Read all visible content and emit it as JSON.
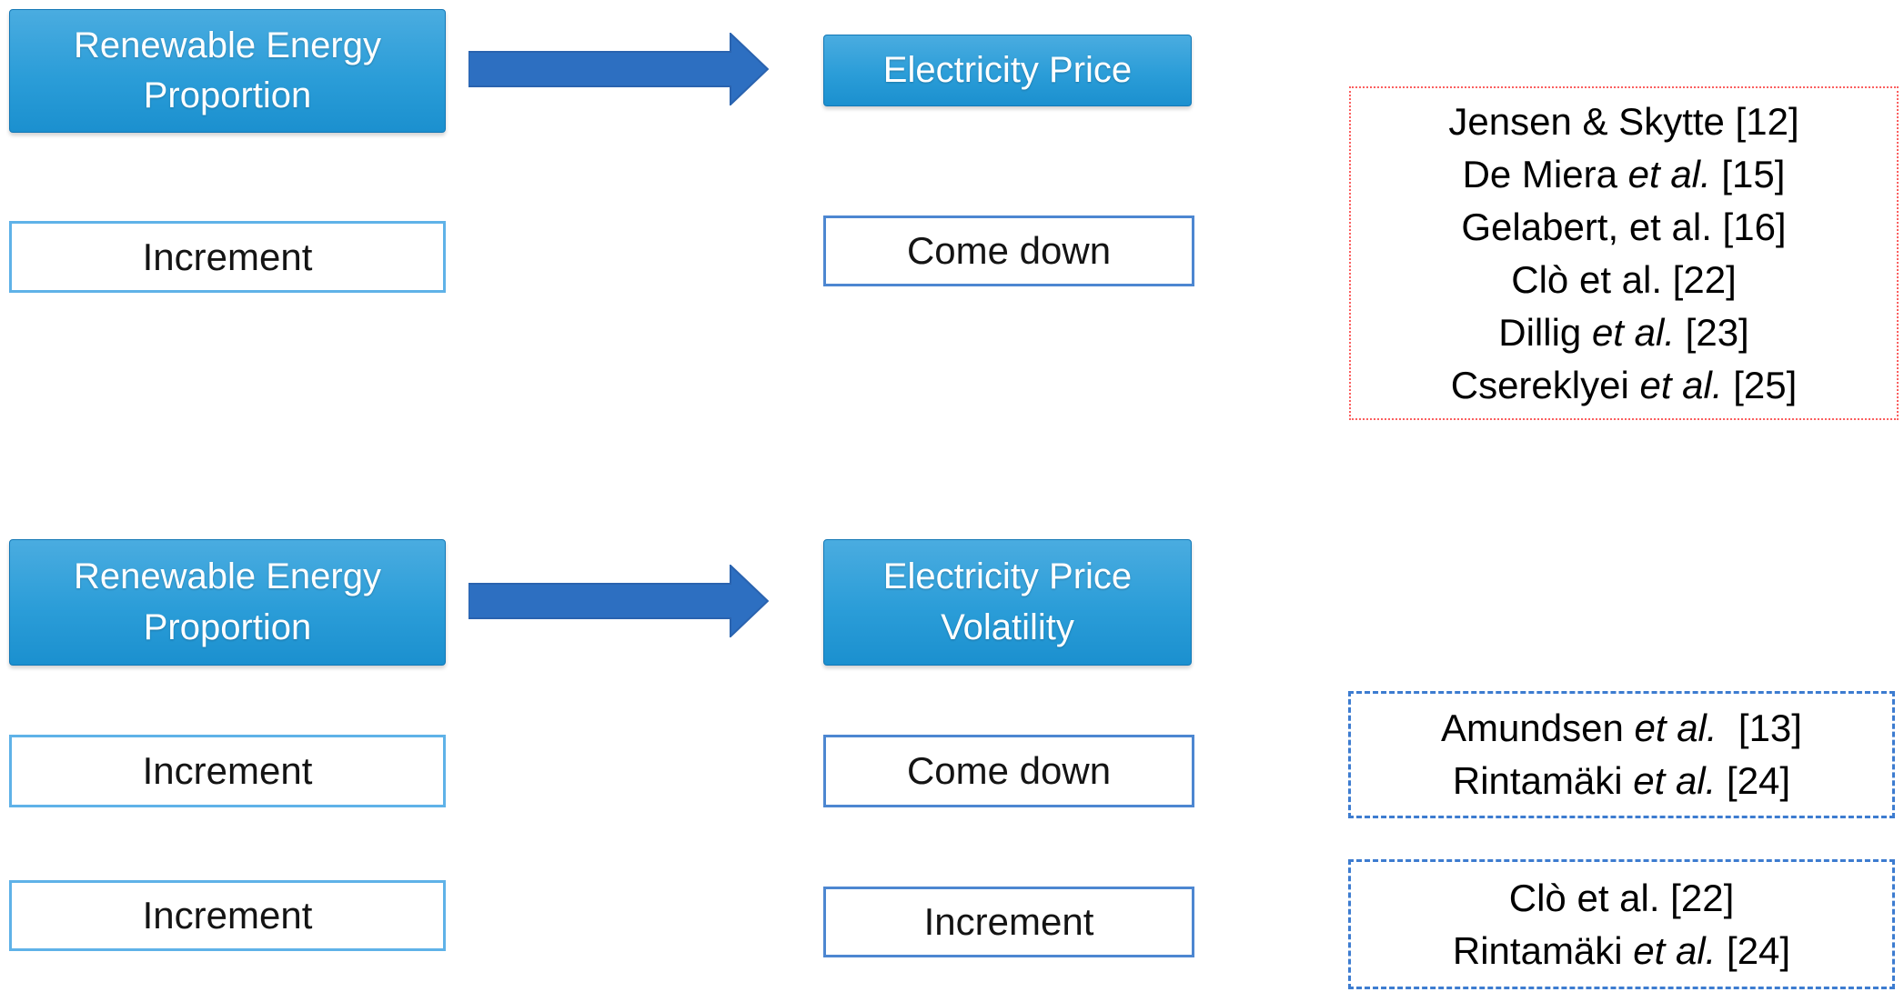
{
  "section_price": {
    "cause_label": "Renewable Energy Proportion",
    "effect_label": "Electricity Price",
    "cause_change": "Increment",
    "effect_change": "Come down",
    "refs_lines": [
      [
        {
          "t": "Jensen & Skytte [12]",
          "i": false
        }
      ],
      [
        {
          "t": "De Miera ",
          "i": false
        },
        {
          "t": "et al.",
          "i": true
        },
        {
          "t": " [15]",
          "i": false
        }
      ],
      [
        {
          "t": "Gelabert, et al. [16]",
          "i": false
        }
      ],
      [
        {
          "t": "Clò et al. [22]",
          "i": false
        }
      ],
      [
        {
          "t": "Dillig ",
          "i": false
        },
        {
          "t": "et al.",
          "i": true
        },
        {
          "t": " [23]",
          "i": false
        }
      ],
      [
        {
          "t": "Csereklyei ",
          "i": false
        },
        {
          "t": "et al.",
          "i": true
        },
        {
          "t": " [25]",
          "i": false
        }
      ]
    ]
  },
  "section_volatility": {
    "cause_label": "Renewable Energy Proportion",
    "effect_label": "Electricity Price Volatility",
    "case_down": {
      "cause_change": "Increment",
      "effect_change": "Come down",
      "refs_lines": [
        [
          {
            "t": "Amundsen ",
            "i": false
          },
          {
            "t": "et al.",
            "i": true
          },
          {
            "t": "  [13]",
            "i": false
          }
        ],
        [
          {
            "t": "Rintamäki ",
            "i": false
          },
          {
            "t": "et al.",
            "i": true
          },
          {
            "t": " [24]",
            "i": false
          }
        ]
      ]
    },
    "case_up": {
      "cause_change": "Increment",
      "effect_change": "Increment",
      "refs_lines": [
        [
          {
            "t": "Clò et al. [22]",
            "i": false
          }
        ],
        [
          {
            "t": "Rintamäki ",
            "i": false
          },
          {
            "t": "et al.",
            "i": true
          },
          {
            "t": " [24]",
            "i": false
          }
        ]
      ]
    }
  },
  "colors": {
    "node_top": "#4aace0",
    "node_bottom": "#1b90cf",
    "node_edge": "#1478b6",
    "arrow": "#2d6fc1",
    "arrow_edge": "#2a63af",
    "outcome_border_left": "#5fb2e8",
    "outcome_border_mid": "#4d87d1",
    "ref_red_border": "#fb5f5f",
    "ref_blue_border": "#3d7cd0"
  }
}
